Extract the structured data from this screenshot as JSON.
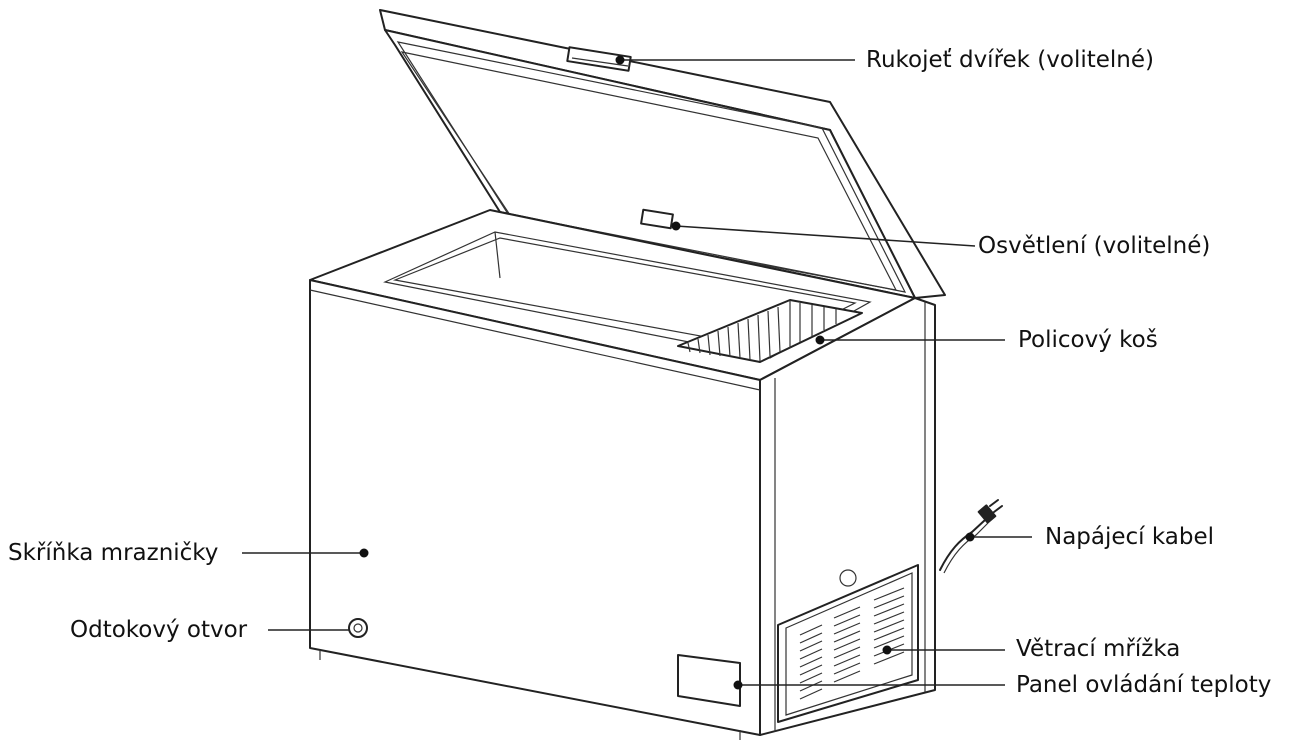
{
  "labels": {
    "handle": "Rukojeť dvířek (volitelné)",
    "light": "Osvětlení (volitelné)",
    "basket": "Policový koš",
    "cabinet": "Skříňka mrazničky",
    "power_cable": "Napájecí kabel",
    "drain": "Odtokový otvor",
    "vent_grille": "Větrací mřížka",
    "temp_panel": "Panel ovládání teploty"
  }
}
